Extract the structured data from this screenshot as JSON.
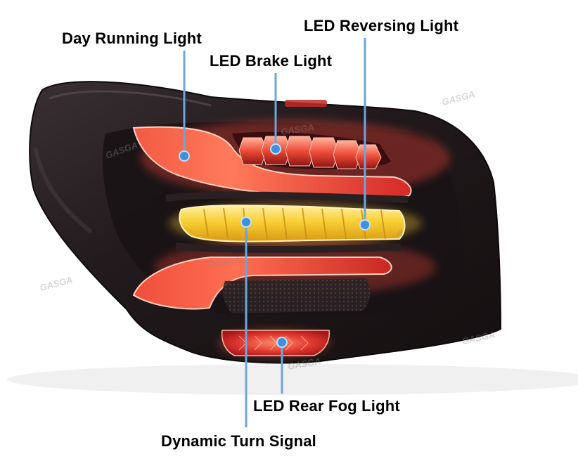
{
  "image": {
    "subject": "LED tail light assembly with labeled functions",
    "watermark_text": "GASGA"
  },
  "labels": {
    "day_running_light": "Day Running Light",
    "led_reversing_light": "LED Reversing Light",
    "led_brake_light": "LED Brake Light",
    "led_rear_fog_light": "LED Rear Fog Light",
    "dynamic_turn_signal": "Dynamic Turn Signal"
  },
  "colors": {
    "callout_line": "#6aa6e0",
    "callout_dot": "#3f90dd",
    "housing": "#1e1618",
    "red_light": "#e23a30",
    "amber_light": "#f4c52a"
  }
}
